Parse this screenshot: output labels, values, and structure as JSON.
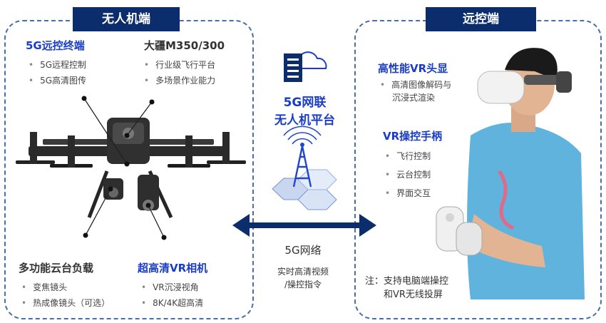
{
  "left": {
    "title": "无人机端",
    "remote_terminal": {
      "title": "5G远控终端",
      "items": [
        "5G远程控制",
        "5G高清图传"
      ]
    },
    "drone_model": {
      "title": "大疆M350/300",
      "items": [
        "行业级飞行平台",
        "多场景作业能力"
      ]
    },
    "gimbal": {
      "title": "多功能云台负载",
      "items": [
        "变焦镜头",
        "热成像镜头（可选）"
      ]
    },
    "camera": {
      "title": "超高清VR相机",
      "items": [
        "VR沉浸视角",
        "8K/4K超高清"
      ]
    }
  },
  "center": {
    "platform_line1": "5G网联",
    "platform_line2": "无人机平台",
    "network": "5G网络",
    "data_line1": "实时高清视频",
    "data_line2": "/操控指令"
  },
  "right": {
    "title": "远控端",
    "headset": {
      "title": "高性能VR头显",
      "items": [
        "高清图像解码与",
        "沉浸式渲染"
      ]
    },
    "controller": {
      "title": "VR操控手柄",
      "items": [
        "飞行控制",
        "云台控制",
        "界面交互"
      ]
    },
    "note_line1": "注：支持电脑端操控",
    "note_line2": "和VR无线投屏"
  },
  "colors": {
    "navy": "#0b2d6b",
    "accent_blue": "#1a3dc9",
    "dash_border": "#4a6fa5",
    "shirt": "#5fb3dc"
  }
}
